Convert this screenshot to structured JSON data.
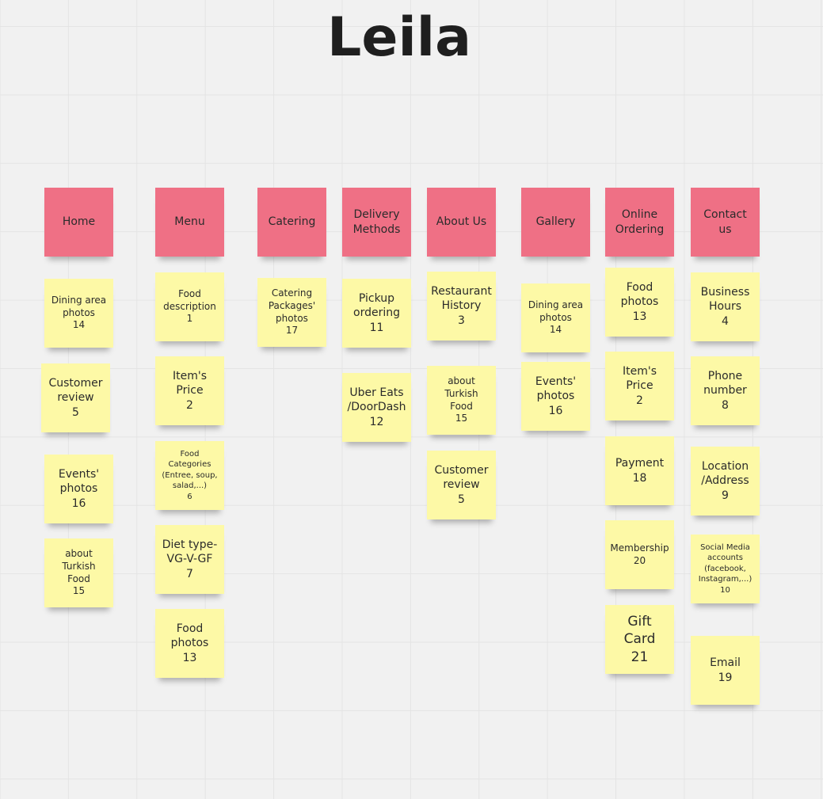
{
  "board": {
    "title": "Leila",
    "colors": {
      "header_note": "#ef7085",
      "item_note": "#fdf9a6",
      "canvas": "#f1f1f1"
    }
  },
  "columns": [
    {
      "header": "Home",
      "notes": [
        "Dining area\nphotos\n14",
        "Customer\nreview\n5",
        "Events'\nphotos\n16",
        "about\nTurkish\nFood\n15"
      ]
    },
    {
      "header": "Menu",
      "notes": [
        "Food\ndescription\n1",
        "Item's\nPrice\n2",
        "Food\nCategories\n(Entree, soup,\nsalad,...)\n6",
        "Diet type-\nVG-V-GF\n7",
        "Food\nphotos\n13"
      ]
    },
    {
      "header": "Catering",
      "notes": [
        "Catering\nPackages'\nphotos\n17"
      ]
    },
    {
      "header": "Delivery\nMethods",
      "notes": [
        "Pickup\nordering\n11",
        "Uber Eats\n/DoorDash\n12"
      ]
    },
    {
      "header": "About Us",
      "notes": [
        "Restaurant\nHistory\n3",
        "about\nTurkish\nFood\n15",
        "Customer\nreview\n5"
      ]
    },
    {
      "header": "Gallery",
      "notes": [
        "Dining area\nphotos\n14",
        "Events'\nphotos\n16"
      ]
    },
    {
      "header": "Online\nOrdering",
      "notes": [
        "Food\nphotos\n13",
        "Item's\nPrice\n2",
        "Payment\n18",
        "Membership\n20",
        "Gift\nCard\n21"
      ]
    },
    {
      "header": "Contact\nus",
      "notes": [
        "Business\nHours\n4",
        "Phone\nnumber\n8",
        "Location\n/Address\n9",
        "Social Media\naccounts\n(facebook,\nInstagram,...)\n10",
        "Email\n19"
      ]
    }
  ]
}
